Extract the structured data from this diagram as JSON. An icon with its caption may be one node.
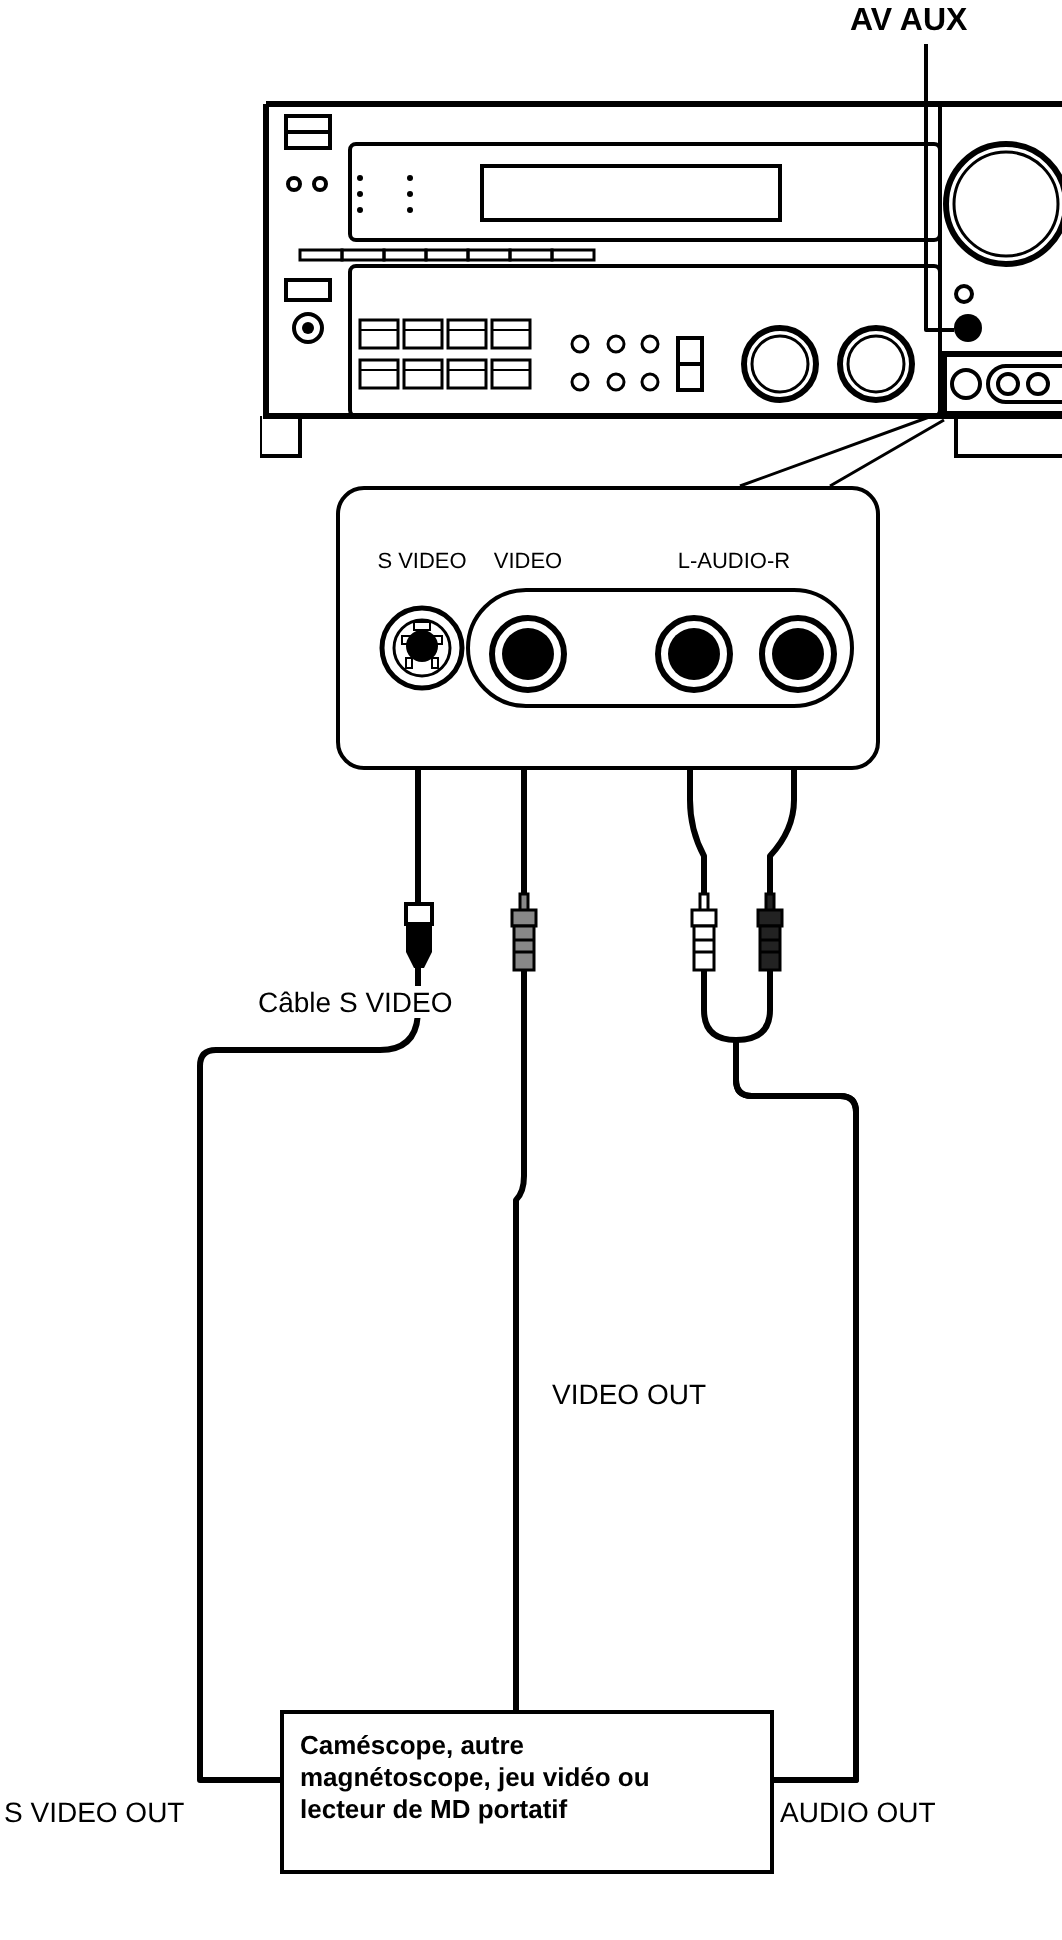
{
  "diagram": {
    "nodes": [
      {
        "text": [
          "AV AUX"
        ]
      },
      {
        "text": [],
        "shape": "picture"
      },
      {
        "text": [],
        "shape": "circle",
        "in": 1
      },
      {
        "text": [
          "S VIDEO",
          "VIDEO",
          "L-AUDIO-R"
        ]
      },
      {
        "text": [],
        "shape": "circle",
        "in": 3
      },
      {
        "text": [],
        "shape": "circle",
        "in": 3
      },
      {
        "text": [],
        "shape": "circle",
        "in": 3
      },
      {
        "text": [],
        "shape": "circle",
        "in": 3
      },
      {
        "text": [
          "Caméscope, autre magnétoscope, jeu vidéo ou lecteur de MD portatif"
        ]
      }
    ],
    "edges": [
      {
        "from": 0,
        "to": 2,
        "arrow": "none"
      },
      {
        "from": 1,
        "to": 3,
        "arrow": "none"
      },
      {
        "from": 4,
        "to": 8,
        "arrow": "none",
        "label": "Câble S VIDEO"
      },
      {
        "from": 5,
        "to": 8,
        "arrow": "none",
        "label": "VIDEO OUT"
      },
      {
        "from": 6,
        "to": 8,
        "arrow": "none"
      },
      {
        "from": 7,
        "to": 8,
        "arrow": "none"
      }
    ],
    "labels": [
      "S VIDEO OUT",
      "AUDIO OUT"
    ]
  }
}
